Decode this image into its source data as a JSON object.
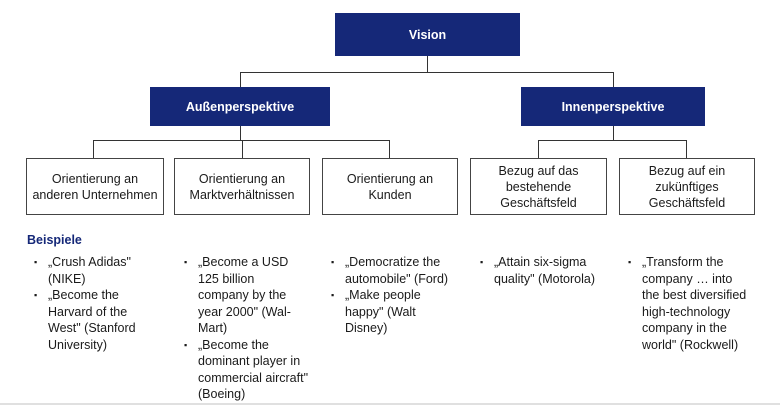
{
  "top": {
    "label": "Vision"
  },
  "groups": [
    {
      "label": "Außenperspektive"
    },
    {
      "label": "Innenperspektive"
    }
  ],
  "categories": [
    {
      "label": "Orientierung an anderen Unternehmen"
    },
    {
      "label": "Orientierung an Marktverhältnissen"
    },
    {
      "label": "Orientierung an Kunden"
    },
    {
      "label": "Bezug auf das bestehende Geschäftsfeld"
    },
    {
      "label": "Bezug auf ein zukünftiges Geschäftsfeld"
    }
  ],
  "examples_title": "Beispiele",
  "examples": [
    [
      "„Crush Adidas\" (NIKE)",
      "„Become the Harvard of the West\" (Stanford University)"
    ],
    [
      "„Become a USD 125 billion company by the year 2000\" (Wal-Mart)",
      "„Become the dominant player in commercial aircraft\" (Boeing)"
    ],
    [
      "„Democratize the automobile\" (Ford)",
      "„Make people happy\" (Walt Disney)"
    ],
    [
      "„Attain six-sigma quality\" (Motorola)"
    ],
    [
      "„Transform the company … into the best diversified high-technology company in the world\" (Rockwell)"
    ]
  ],
  "colors": {
    "box_fill": "#152878",
    "box_text": "#ffffff",
    "line": "#333333"
  }
}
